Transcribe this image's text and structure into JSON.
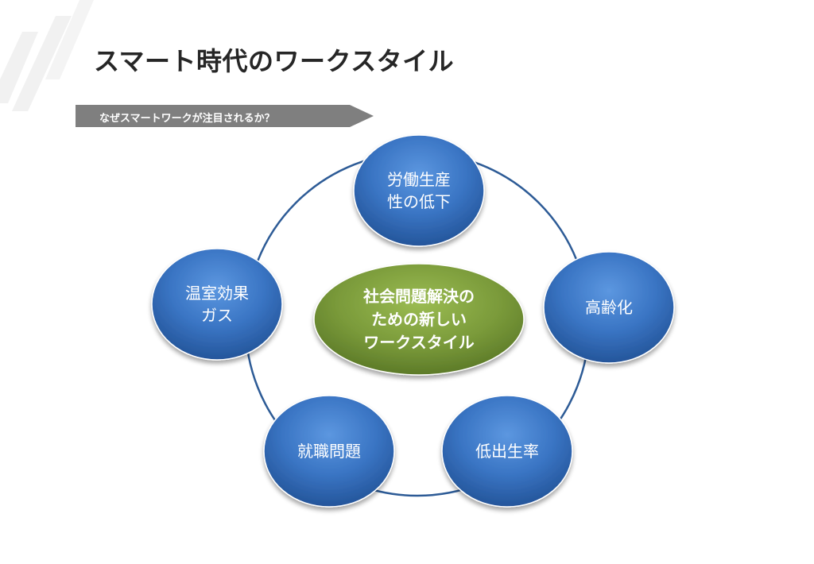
{
  "title": "スマート時代のワークスタイル",
  "subtitle": "なぜスマートワークが注目されるか？",
  "center": {
    "label": "社会問題解決の\nための新しい\nワークスタイル",
    "color": "#7a9a3a"
  },
  "nodes": [
    {
      "id": "labor",
      "label": "労働生産\n性の低下"
    },
    {
      "id": "aging",
      "label": "高齢化"
    },
    {
      "id": "birthrate",
      "label": "低出生率"
    },
    {
      "id": "employment",
      "label": "就職問題"
    },
    {
      "id": "greenhouse",
      "label": "温室効果\nガス"
    }
  ],
  "colors": {
    "node": "#3a75c4",
    "ring": "#2d5b96",
    "banner": "#7f7f7f",
    "title": "#262626"
  }
}
